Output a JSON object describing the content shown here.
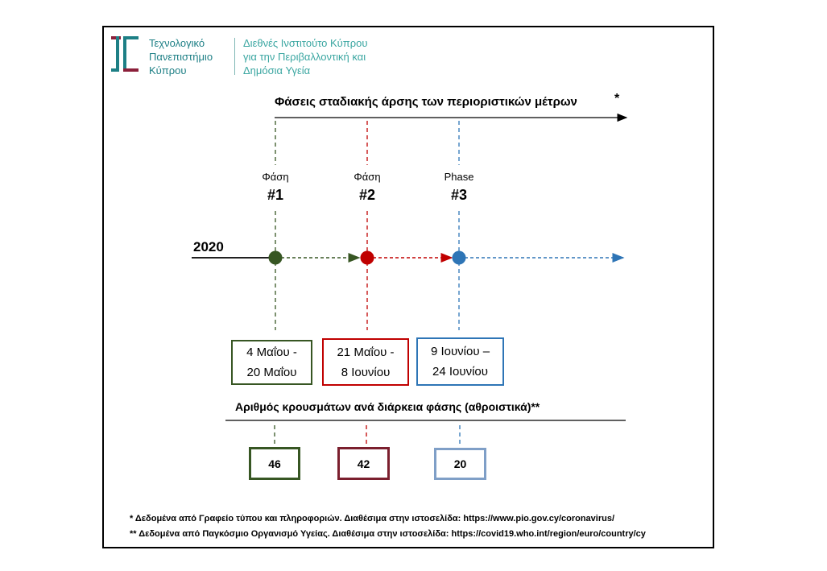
{
  "header": {
    "university": "Τεχνολογικό\nΠανεπιστήμιο\nΚύπρου",
    "institute": "Διεθνές Ινστιτούτο Κύπρου\nγια την Περιβαλλοντική και\nΔημόσια Υγεία"
  },
  "title": "Φάσεις σταδιακής άρσης των περιοριστικών μέτρων",
  "title_marker": "*",
  "year": "2020",
  "colors": {
    "phase1": "#375623",
    "phase2": "#c00000",
    "phase3": "#2e75b6"
  },
  "phases": [
    {
      "word": "Φάση",
      "number": "#1",
      "dates_line1": "4 Μαΐου -",
      "dates_line2": "20 Μαΐου",
      "cases": "46"
    },
    {
      "word": "Φάση",
      "number": "#2",
      "dates_line1": "21 Μαΐου -",
      "dates_line2": "8 Ιουνίου",
      "cases": "42"
    },
    {
      "word": "Phase",
      "number": "#3",
      "dates_line1": "9 Ιουνίου –",
      "dates_line2": "24 Ιουνίου",
      "cases": "20"
    }
  ],
  "cases_title": "Αριθμός κρουσμάτων ανά διάρκεια φάσης (αθροιστικά)**",
  "footnotes": [
    "* Δεδομένα από Γραφείο τύπου και πληροφοριών. Διαθέσιμα στην ιστοσελίδα: https://www.pio.gov.cy/coronavirus/",
    "** Δεδομένα από Παγκόσμιο Οργανισμό Υγείας. Διαθέσιμα στην ιστοσελίδα: https://covid19.who.int/region/euro/country/cy"
  ]
}
